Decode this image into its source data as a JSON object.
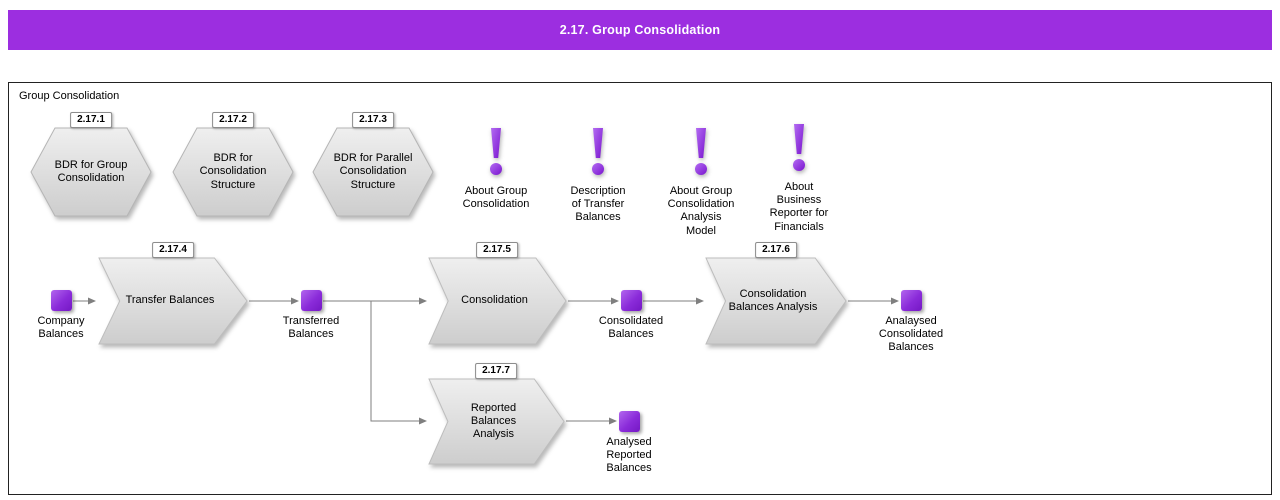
{
  "banner": {
    "title": "2.17. Group Consolidation"
  },
  "canvas": {
    "label": "Group Consolidation"
  },
  "hexagons": [
    {
      "badge": "2.17.1",
      "label": "BDR for Group\nConsolidation"
    },
    {
      "badge": "2.17.2",
      "label": "BDR for\nConsolidation\nStructure"
    },
    {
      "badge": "2.17.3",
      "label": "BDR for Parallel\nConsolidation\nStructure"
    }
  ],
  "notes": [
    {
      "icon": "exclamation-icon",
      "label": "About Group\nConsolidation"
    },
    {
      "icon": "exclamation-icon",
      "label": "Description\nof Transfer\nBalances"
    },
    {
      "icon": "exclamation-icon",
      "label": "About Group\nConsolidation\nAnalysis\nModel"
    },
    {
      "icon": "exclamation-icon",
      "label": "About\nBusiness\nReporter for\nFinancials"
    }
  ],
  "artifacts": [
    {
      "label": "Company\nBalances"
    },
    {
      "label": "Transferred\nBalances"
    },
    {
      "label": "Consolidated\nBalances"
    },
    {
      "label": "Analaysed\nConsolidated\nBalances"
    },
    {
      "label": "Analysed\nReported\nBalances"
    }
  ],
  "steps": [
    {
      "badge": "2.17.4",
      "label": "Transfer Balances"
    },
    {
      "badge": "2.17.5",
      "label": "Consolidation"
    },
    {
      "badge": "2.17.6",
      "label": "Consolidation\nBalances Analysis"
    },
    {
      "badge": "2.17.7",
      "label": "Reported Balances\nAnalysis"
    }
  ],
  "colors": {
    "banner_purple": "#9c2ee0",
    "artifact_purple": "#8a2bd9",
    "shape_gray": "#d9d9d9",
    "connector_gray": "#7f7f7f"
  }
}
